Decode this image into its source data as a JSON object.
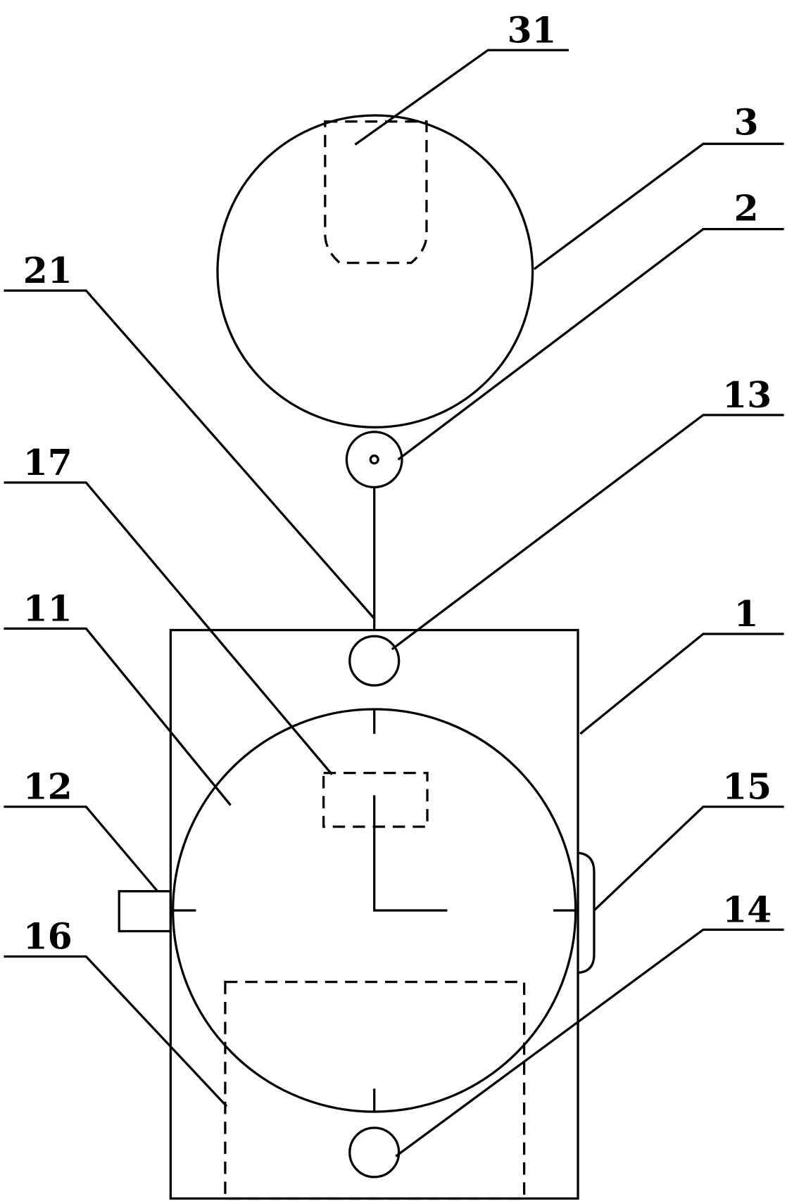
{
  "figure": {
    "labels": {
      "l31": "31",
      "l3": "3",
      "l2": "2",
      "l21": "21",
      "l13": "13",
      "l17": "17",
      "l11": "11",
      "l1": "1",
      "l12": "12",
      "l15": "15",
      "l14": "14",
      "l16": "16"
    },
    "colors": {
      "stroke": "#000000",
      "background": "#ffffff"
    }
  }
}
